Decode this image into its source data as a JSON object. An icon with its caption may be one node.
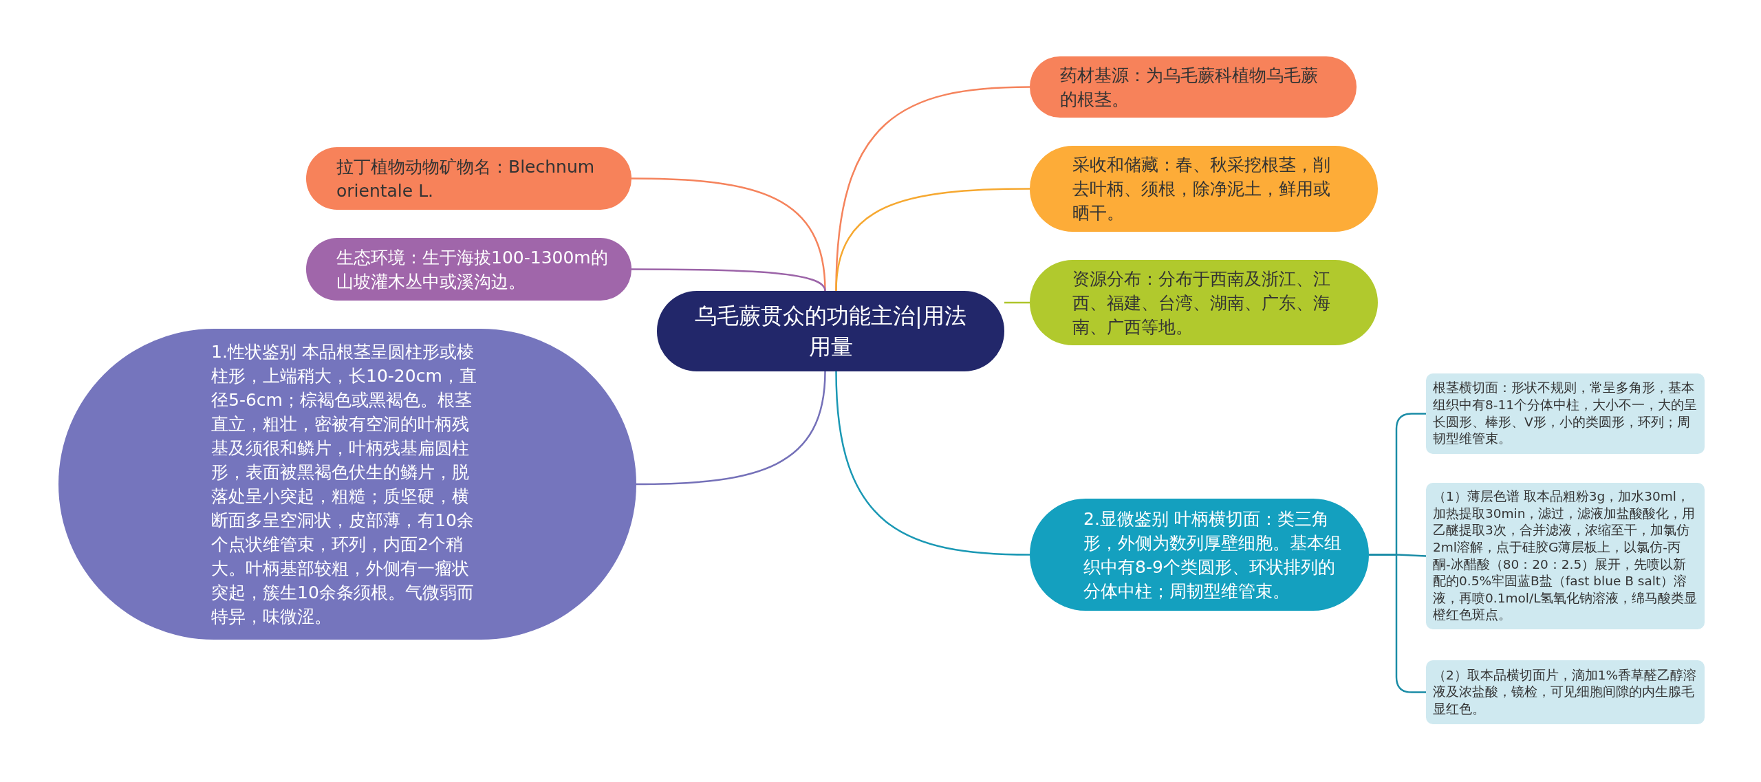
{
  "diagram": {
    "nodes": [
      {
        "text": [
          "乌毛蕨贯众的功能主治|用法用量"
        ]
      },
      {
        "text": [
          "拉丁植物动物矿物名：Blechnum orientale L."
        ]
      },
      {
        "text": [
          "生态环境：生于海拔100-1300m的山坡灌木丛中或溪沟边。"
        ]
      },
      {
        "text": [
          "1.性状鉴别 本品根茎呈圆柱形或棱柱形，上端稍大，长10-20cm，直径5-6cm；棕褐色或黑褐色。根茎直立，粗壮，密被有空洞的叶柄残基及须很和鳞片，叶柄残基扁圆柱形，表面被黑褐色伏生的鳞片，脱落处呈小突起，粗糙；质坚硬，横断面多呈空洞状，皮部薄，有10余个点状维管束，环列，内面2个稍大。叶柄基部较粗，外侧有一瘤状突起，簇生10余条须根。气微弱而特异，味微涩。"
        ]
      },
      {
        "text": [
          "药材基源：为乌毛蕨科植物乌毛蕨的根茎。"
        ]
      },
      {
        "text": [
          "采收和储藏：春、秋采挖根茎，削去叶柄、须根，除净泥土，鲜用或晒干。"
        ]
      },
      {
        "text": [
          "资源分布：分布于西南及浙江、江西、福建、台湾、湖南、广东、海南、广西等地。"
        ]
      },
      {
        "text": [
          "2.显微鉴别 叶柄横切面：类三角形，外侧为数列厚壁细胞。基本组织中有8-9个类圆形、环状排列的分体中柱；周韧型维管束。"
        ]
      },
      {
        "text": [
          "根茎横切面：形状不规则，常呈多角形，基本组织中有8-11个分体中柱，大小不一，大的呈长圆形、棒形、V形，小的类圆形，环列；周韧型维管束。"
        ]
      },
      {
        "text": [
          "（1）薄层色谱 取本品粗粉3g，加水30ml，加热提取30min，滤过，滤液加盐酸酸化，用乙醚提取3次，合并滤液，浓缩至干，加氯仿2ml溶解，点于硅胶G薄层板上，以氯仿-丙酮-冰醋酸（80：20：2.5）展开，先喷以新配的0.5%牢固蓝B盐（fast blue B salt）溶液，再喷0.1mol/L氢氧化钠溶液，绵马酸类显橙红色斑点。"
        ]
      },
      {
        "text": [
          "（2）取本品横切面片，滴加1%香草醛乙醇溶液及浓盐酸，镜检，可见细胞间隙的内生腺毛显红色。"
        ]
      }
    ],
    "edges": [
      {
        "from": 0,
        "to": 1,
        "arrow": "none",
        "color": "#f5835c"
      },
      {
        "from": 0,
        "to": 2,
        "arrow": "none",
        "color": "#9c64a8"
      },
      {
        "from": 0,
        "to": 3,
        "arrow": "none",
        "color": "#7470b8"
      },
      {
        "from": 0,
        "to": 4,
        "arrow": "none",
        "color": "#f5835c"
      },
      {
        "from": 0,
        "to": 5,
        "arrow": "none",
        "color": "#f6a830"
      },
      {
        "from": 0,
        "to": 6,
        "arrow": "none",
        "color": "#aec52a"
      },
      {
        "from": 0,
        "to": 7,
        "arrow": "none",
        "color": "#1a98b4"
      },
      {
        "from": 7,
        "to": 8,
        "arrow": "none",
        "color": "#1a8ca6"
      },
      {
        "from": 7,
        "to": 9,
        "arrow": "none",
        "color": "#1a8ca6"
      },
      {
        "from": 7,
        "to": 10,
        "arrow": "none",
        "color": "#1a8ca6"
      }
    ]
  }
}
